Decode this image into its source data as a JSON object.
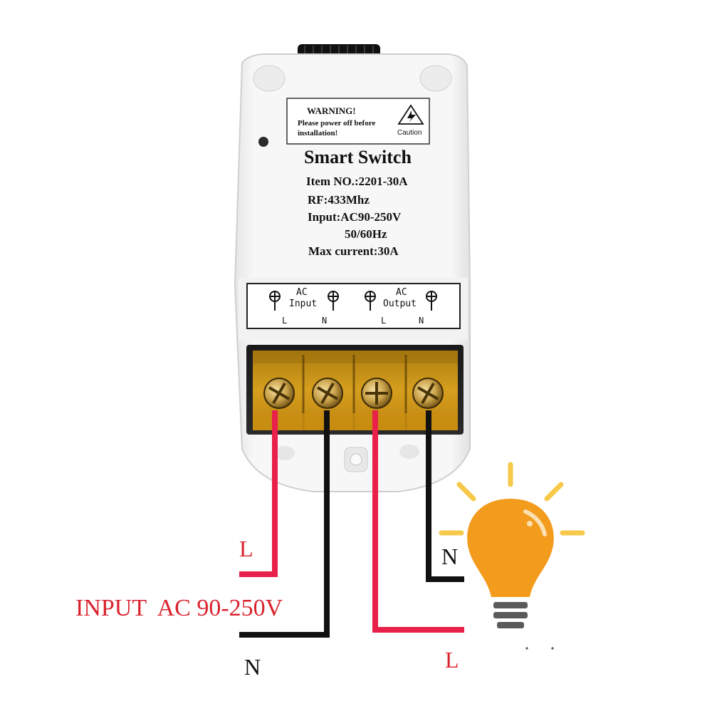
{
  "device": {
    "warning_title": "WARNING!",
    "warning_line1": "Please power off before",
    "warning_line2": "installation!",
    "caution_label": "Caution",
    "title": "Smart Switch",
    "item_no": "Item NO.:2201-30A",
    "rf": "RF:433Mhz",
    "input_spec": "Input:AC90-250V",
    "frequency": "50/60Hz",
    "max_current": "Max current:30A"
  },
  "terminal_panel": {
    "ac_label_1": "AC",
    "input_label": "Input",
    "ac_label_2": "AC",
    "output_label": "Output",
    "pin_l_1": "L",
    "pin_n_1": "N",
    "pin_l_2": "L",
    "pin_n_2": "N"
  },
  "wiring": {
    "input_label": "INPUT  AC 90-250V",
    "input_l": "L",
    "input_n": "N",
    "output_n": "N",
    "output_l": "L"
  },
  "colors": {
    "live_wire": "#e8204a",
    "neutral_wire": "#111111",
    "label_red": "#d9232e",
    "bulb": "#f39b1c",
    "rays": "#f6c94a",
    "terminal": "#e2a21a",
    "device_body": "#f4f4f4"
  },
  "icons": [
    "lightning-warning-icon",
    "screw-terminal-icon",
    "light-bulb-icon"
  ]
}
